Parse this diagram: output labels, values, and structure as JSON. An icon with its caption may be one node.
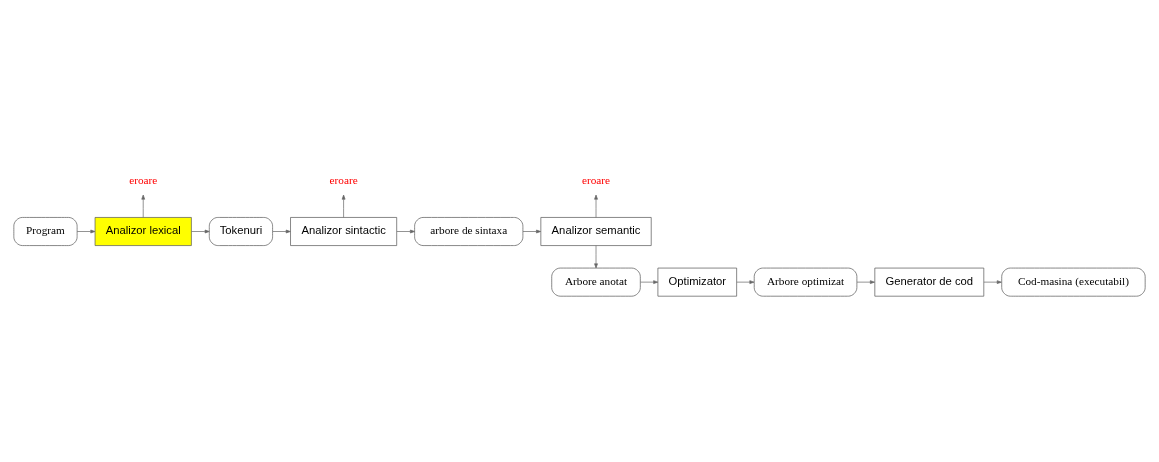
{
  "diagram": {
    "nodes": [
      {
        "text": [
          "Program"
        ]
      },
      {
        "text": [
          "Analizor lexical"
        ]
      },
      {
        "text": [
          "eroare"
        ]
      },
      {
        "text": [
          "Tokenuri"
        ]
      },
      {
        "text": [
          "Analizor sintactic"
        ]
      },
      {
        "text": [
          "eroare"
        ]
      },
      {
        "text": [
          "arbore de sintaxa"
        ]
      },
      {
        "text": [
          "Analizor semantic"
        ]
      },
      {
        "text": [
          "eroare"
        ]
      },
      {
        "text": [
          "Arbore anotat"
        ]
      },
      {
        "text": [
          "Optimizator"
        ]
      },
      {
        "text": [
          "Arbore optimizat"
        ]
      },
      {
        "text": [
          "Generator de cod"
        ]
      },
      {
        "text": [
          "Cod-masina (executabil)"
        ]
      }
    ],
    "edges": [
      {
        "from": 0,
        "to": 1,
        "arrow": "to"
      },
      {
        "from": 1,
        "to": 2,
        "arrow": "to"
      },
      {
        "from": 1,
        "to": 3,
        "arrow": "to"
      },
      {
        "from": 3,
        "to": 4,
        "arrow": "to"
      },
      {
        "from": 4,
        "to": 5,
        "arrow": "to"
      },
      {
        "from": 4,
        "to": 6,
        "arrow": "to"
      },
      {
        "from": 6,
        "to": 7,
        "arrow": "to"
      },
      {
        "from": 7,
        "to": 8,
        "arrow": "to"
      },
      {
        "from": 7,
        "to": 9,
        "arrow": "to"
      },
      {
        "from": 9,
        "to": 10,
        "arrow": "to"
      },
      {
        "from": 10,
        "to": 11,
        "arrow": "to"
      },
      {
        "from": 11,
        "to": 12,
        "arrow": "to"
      },
      {
        "from": 12,
        "to": 13,
        "arrow": "to"
      }
    ]
  }
}
